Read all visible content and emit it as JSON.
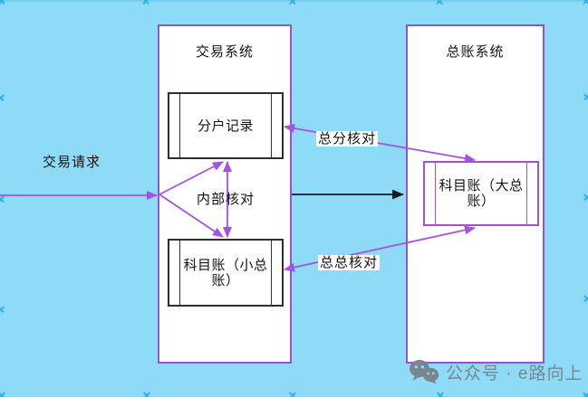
{
  "colors": {
    "canvas_bg": "#8EDBF7",
    "system_border": "#9C50CE",
    "node_border_dark": "#2E2E2E",
    "node_border_purple": "#A04FD6",
    "arrow_purple": "#A551E1",
    "arrow_black": "#1A1A1A",
    "edge_handle_blue": "#2FB3E6",
    "watermark_grey": "#79868F"
  },
  "diagram": {
    "systems": [
      {
        "id": "transaction-system",
        "title": "交易系统"
      },
      {
        "id": "general-ledger-system",
        "title": "总账系统"
      }
    ],
    "nodes": [
      {
        "id": "subaccount-records",
        "label": "分户记录"
      },
      {
        "id": "subject-ledger-small",
        "label": "科目账（小总账）"
      },
      {
        "id": "subject-ledger-big",
        "label": "科目账（大总账）"
      }
    ],
    "edge_labels": [
      {
        "id": "transaction-request",
        "label": "交易请求"
      },
      {
        "id": "internal-check",
        "label": "内部核对"
      },
      {
        "id": "total-detail-check",
        "label": "总分核对"
      },
      {
        "id": "total-total-check",
        "label": "总总核对"
      }
    ]
  },
  "watermark": {
    "icon": "wechat-icon",
    "text": "公众号 · e路向上"
  }
}
